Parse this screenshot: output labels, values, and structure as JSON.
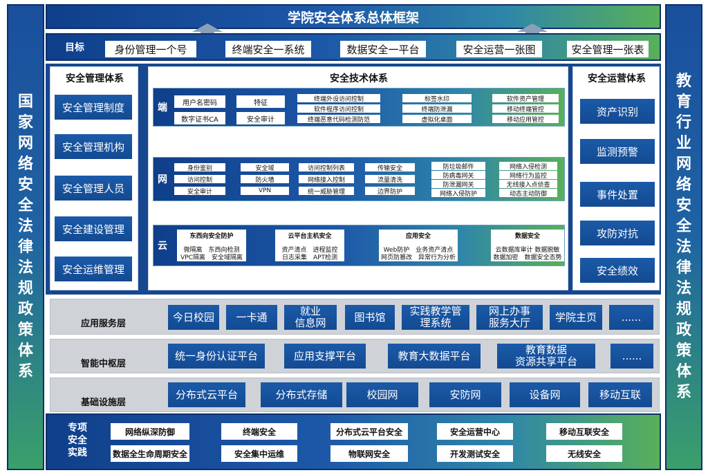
{
  "title": "学院安全体系总体框架",
  "left_panel": "国家网络安全法律法规政策体系",
  "right_panel": "教育行业网络安全法律法规政策体系",
  "goals": {
    "label": "目标",
    "items": [
      "身份管理一个号",
      "终端安全一系统",
      "数据安全一平台",
      "安全运营一张图",
      "安全管理一张表"
    ]
  },
  "management": {
    "title": "安全管理体系",
    "items": [
      "安全管理制度",
      "安全管理机构",
      "安全管理人员",
      "安全建设管理",
      "安全运维管理"
    ]
  },
  "technology": {
    "title": "安全技术体系",
    "endpoint": {
      "label": "端",
      "items": [
        "用户名密码",
        "数字证书CA",
        "特征",
        "安全审计",
        "终端外设访问控制",
        "软件程序访问控制",
        "终端恶意代码检测防范",
        "标签水印",
        "终端防泄漏",
        "虚拟化桌面",
        "软件资产管理",
        "移动终端管控",
        "移动应用管控"
      ]
    },
    "network": {
      "label": "网",
      "items": [
        "身份鉴别",
        "访问控制",
        "安全审计",
        "安全域",
        "防火墙",
        "VPN",
        "访问控制列表",
        "网络接入控制",
        "统一威胁管理",
        "传输安全",
        "流量清洗",
        "边界防护",
        "防垃圾邮件",
        "防病毒网关",
        "防泄漏网关",
        "网络入侵防护",
        "网络入侵检测",
        "网络行为监控",
        "无线接入点侦查",
        "动态主动防御"
      ]
    },
    "cloud": {
      "label": "云",
      "groups": [
        {
          "title": "东西向安全防护",
          "line1": "微隔离　东西向检测",
          "line2": "VPC隔离　安全域隔离"
        },
        {
          "title": "云平台主机安全",
          "line1": "资产清点　进程监控",
          "line2": "日志采集　APT检测"
        },
        {
          "title": "应用安全",
          "line1": "Web防护　业务资产清点",
          "line2": "网页防篡改　异常行为分析"
        },
        {
          "title": "数据安全",
          "line1": "云数据库审计 数据脱敏",
          "line2": "数据加密　数据安全态势"
        }
      ]
    }
  },
  "operations": {
    "title": "安全运营体系",
    "items": [
      "资产识别",
      "监测预警",
      "事件处置",
      "攻防对抗",
      "安全绩效"
    ]
  },
  "layers": {
    "app": {
      "label": "应用服务层",
      "items": [
        "今日校园",
        "一卡通",
        "就业\n信息网",
        "图书馆",
        "实践教学管\n理系统",
        "网上办事\n服务大厅",
        "学院主页",
        "......"
      ]
    },
    "hub": {
      "label": "智能中枢层",
      "items": [
        "统一身份认证平台",
        "应用支撑平台",
        "教育大数据平台",
        "教育数据\n资源共享平台",
        "......"
      ]
    },
    "infra": {
      "label": "基础设施层",
      "items": [
        "分布式云平台",
        "分布式存储",
        "校园网",
        "安防网",
        "设备网",
        "移动互联"
      ]
    }
  },
  "special": {
    "label": "专项\n安全\n实践",
    "items": [
      "网络纵深防御",
      "数据全生命周期安全",
      "终端安全",
      "安全集中运维",
      "分布式云平台安全",
      "物联网安全",
      "安全运营中心",
      "开发测试安全",
      "移动互联安全",
      "无线安全"
    ]
  },
  "colors": {
    "dark_blue": "#16478f",
    "button_blue": "#1b5aa8",
    "green": "#58b05a",
    "layer_gray": "#cfd3d8"
  }
}
